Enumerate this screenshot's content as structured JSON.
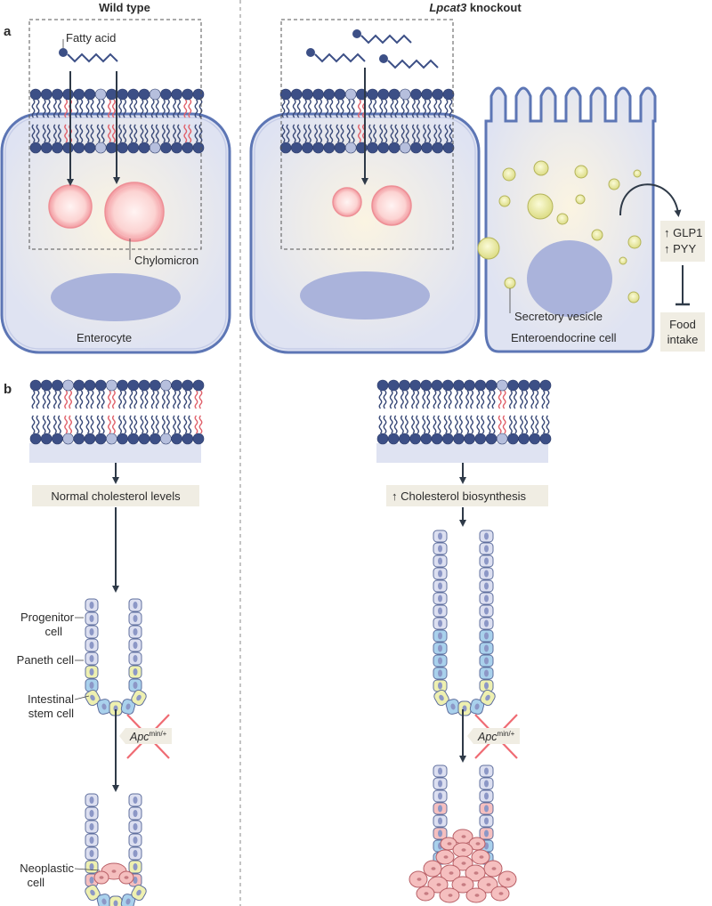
{
  "panel_labels": {
    "a": "a",
    "b": "b"
  },
  "columns": {
    "wild_type": "Wild type",
    "knockout_gene": "Lpcat3",
    "knockout_suffix": " knockout"
  },
  "panel_a": {
    "fatty_acid": "Fatty acid",
    "chylomicron": "Chylomicron",
    "enterocyte": "Enterocyte",
    "secretory_vesicle": "Secretory vesicle",
    "enteroendocrine_cell": "Enteroendocrine cell",
    "hormone_up_1": "GLP1",
    "hormone_up_2": "PYY",
    "up_arrow": "↑",
    "food_intake_1": "Food",
    "food_intake_2": "intake"
  },
  "panel_b": {
    "normal_cholesterol": "Normal cholesterol levels",
    "up_arrow": "↑",
    "cholesterol_biosynthesis": "Cholesterol biosynthesis",
    "progenitor_1": "Progenitor",
    "progenitor_2": "cell",
    "paneth": "Paneth cell",
    "stem_1": "Intestinal",
    "stem_2": "stem cell",
    "apc_gene": "Apc",
    "apc_superscript": "min/+",
    "neoplastic_1": "Neoplastic",
    "neoplastic_2": "cell"
  },
  "colors": {
    "membrane_head": "#3c4f86",
    "membrane_head_light": "#b6bfdd",
    "tail": "#3a4a78",
    "unsaturated_tail": "#e0626c",
    "cell_fill": "#dfe3f2",
    "cell_border": "#5d76b5",
    "nucleus": "#aab3db",
    "chylomicron": "#f4a3a8",
    "vesicle": "#e5e59a",
    "label_box": "#f0ede3",
    "progenitor": "#dcdff0",
    "paneth": "#eef0b0",
    "stem": "#a9d1ec",
    "neoplastic": "#f5bfbf",
    "cross": "#ef6b73",
    "arrow": "#2f3a48"
  }
}
